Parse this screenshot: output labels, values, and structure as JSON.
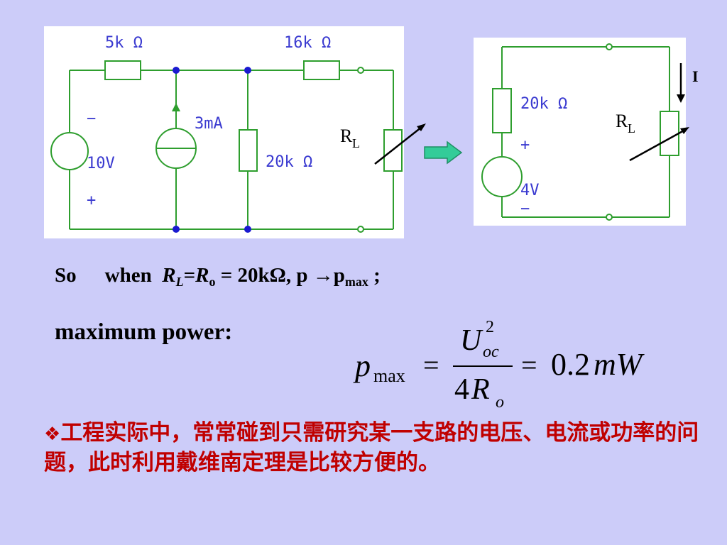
{
  "left_circuit": {
    "r1_label": "5k Ω",
    "r2_label": "16k Ω",
    "source_current_label": "3mA",
    "r3_label": "20k Ω",
    "voltage_label": "10V",
    "minus_sign": "−",
    "plus_sign": "+",
    "load_label_main": "R",
    "load_label_sub": "L"
  },
  "right_circuit": {
    "current_label": "I",
    "r_label": "20k Ω",
    "plus_sign": "+",
    "voltage_label": "4V",
    "minus_sign": "−",
    "load_label_main": "R",
    "load_label_sub": "L"
  },
  "arrow_color": "#33cc99",
  "circuit_wire_color": "#2e9e2e",
  "condition_line": {
    "so": "So",
    "when": "when",
    "r_l": "R",
    "r_l_sub": "L",
    "eq1": "=",
    "r_o": "R",
    "r_o_sub": "o",
    "rest": " = 20kΩ, p →p",
    "max_sub": "max",
    "end": " ;"
  },
  "max_power_label": "maximum power:",
  "formula": {
    "p": "p",
    "p_sub": "max",
    "equals1": "=",
    "numerator_u": "U",
    "numerator_sup": "2",
    "numerator_sub": "oc",
    "denominator_coef": "4",
    "denominator_r": "R",
    "denominator_sub": "o",
    "equals2": "=",
    "result": "0.2",
    "result_unit": "mW"
  },
  "note": {
    "bullet": "❖",
    "text": "工程实际中，常常碰到只需研究某一支路的电压、电流或功率的问题，此时利用戴维南定理是比较方便的。"
  }
}
